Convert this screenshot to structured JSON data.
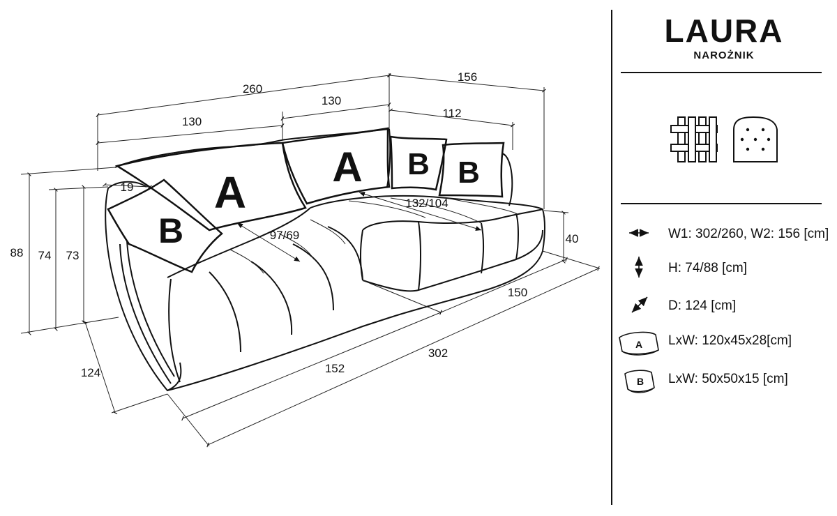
{
  "header": {
    "title": "LAURA",
    "subtitle": "NAROŻNIK"
  },
  "dimensions": {
    "total_width": "260",
    "left_half": "130",
    "right_half": "130",
    "chaise_width": "156",
    "chaise_inner": "112",
    "armrest": "19",
    "height_back": "88",
    "height_74": "74",
    "height_73": "73",
    "seat_depth": "97/69",
    "chaise_depth": "132/104",
    "seat_height": "40",
    "depth": "124",
    "front_length": "152",
    "total_length": "302",
    "chaise_length": "150"
  },
  "pillows": {
    "large_label": "A",
    "small_label": "B"
  },
  "specs": [
    {
      "icon": "width-arrow-icon",
      "text": "W1: 302/260, W2: 156 [cm]"
    },
    {
      "icon": "height-arrow-icon",
      "text": "H: 74/88 [cm]"
    },
    {
      "icon": "depth-arrow-icon",
      "text": "D: 124 [cm]"
    },
    {
      "icon": "pillow-a-icon",
      "badge": "A",
      "text": "LxW: 120x45x28[cm]"
    },
    {
      "icon": "pillow-b-icon",
      "badge": "B",
      "text": "LxW: 50x50x15 [cm]"
    }
  ]
}
